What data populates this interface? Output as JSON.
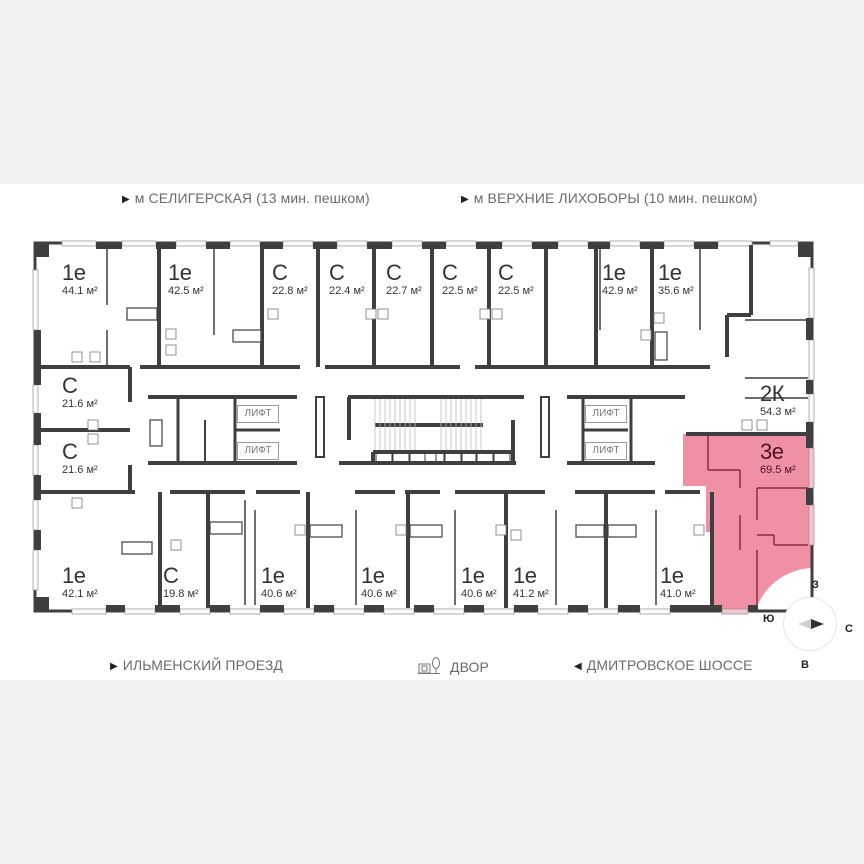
{
  "header": {
    "metro_1": {
      "icon": "pointer-triangle-icon",
      "text": "м СЕЛИГЕРСКАЯ (13 мин. пешком)"
    },
    "metro_2": {
      "icon": "pointer-triangle-icon",
      "text": "м ВЕРХНИЕ ЛИХОБОРЫ (10 мин. пешком)"
    }
  },
  "footer": {
    "street_1": {
      "icon": "pointer-triangle-icon",
      "text": "ИЛЬМЕНСКИЙ ПРОЕЗД"
    },
    "yard": {
      "icon": "playground-tree-icon",
      "text": "ДВОР"
    },
    "street_2": {
      "icon": "pointer-triangle-left-icon",
      "text": "ДМИТРОВСКОЕ ШОССЕ"
    }
  },
  "colors": {
    "wall": "#3f3f3f",
    "highlight": "#f090a4",
    "highlight_wall": "#8a2a3e",
    "band": "#f2f2f2"
  },
  "apartments": {
    "top": [
      {
        "type": "1е",
        "area": "44.1 м²"
      },
      {
        "type": "1е",
        "area": "42.5 м²"
      },
      {
        "type": "С",
        "area": "22.8 м²"
      },
      {
        "type": "С",
        "area": "22.4 м²"
      },
      {
        "type": "С",
        "area": "22.7 м²"
      },
      {
        "type": "С",
        "area": "22.5 м²"
      },
      {
        "type": "С",
        "area": "22.5 м²"
      },
      {
        "type": "1е",
        "area": "42.9 м²"
      },
      {
        "type": "1е",
        "area": "35.6 м²"
      }
    ],
    "left": [
      {
        "type": "С",
        "area": "21.6 м²"
      },
      {
        "type": "С",
        "area": "21.6 м²"
      }
    ],
    "right": [
      {
        "type": "2К",
        "area": "54.3 м²"
      },
      {
        "type": "3е",
        "area": "69.5 м²",
        "selected": true
      }
    ],
    "bottom": [
      {
        "type": "1е",
        "area": "42.1 м²"
      },
      {
        "type": "С",
        "area": "19.8 м²"
      },
      {
        "type": "1е",
        "area": "40.6 м²"
      },
      {
        "type": "1е",
        "area": "40.6 м²"
      },
      {
        "type": "1е",
        "area": "40.6 м²"
      },
      {
        "type": "1е",
        "area": "41.2 м²"
      },
      {
        "type": "1е",
        "area": "41.0 м²"
      }
    ]
  },
  "lifts": [
    "ЛИФТ",
    "ЛИФТ",
    "ЛИФТ",
    "ЛИФТ"
  ],
  "compass": {
    "north": "С",
    "south": "Ю",
    "east": "В",
    "west": "З"
  }
}
